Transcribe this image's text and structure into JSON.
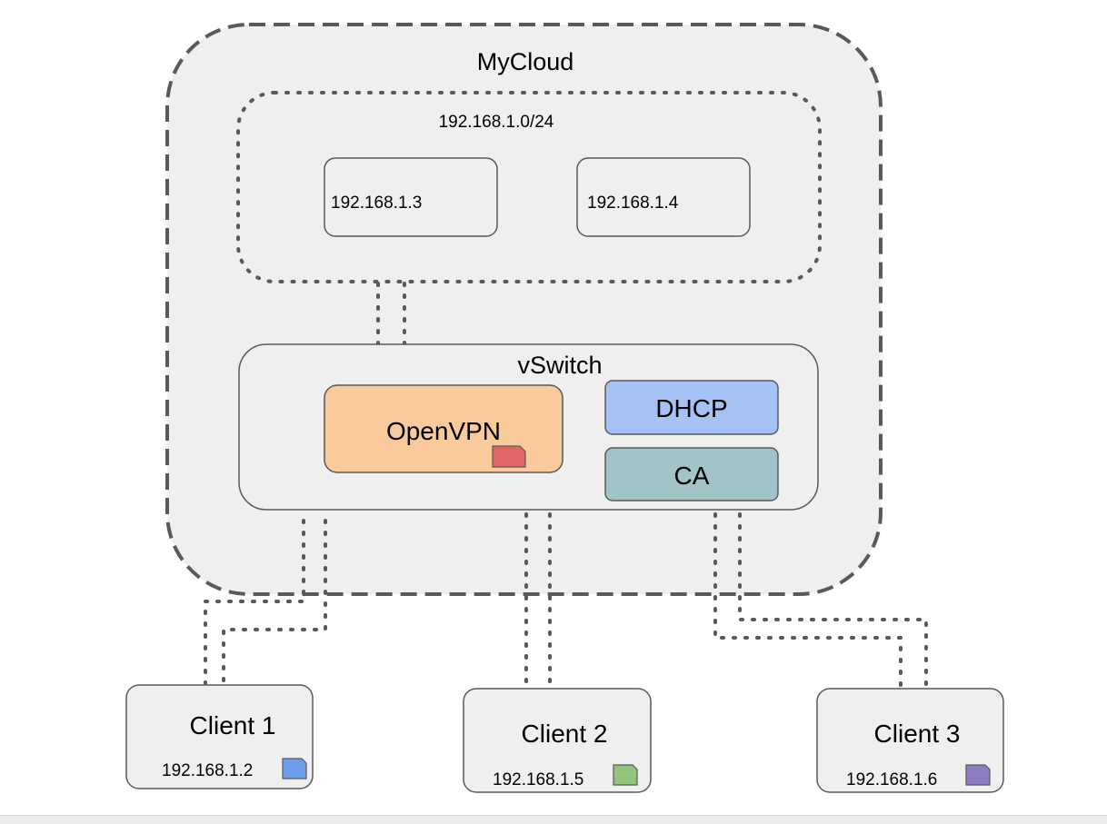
{
  "cloud": {
    "label": "MyCloud"
  },
  "subnet": {
    "label": "192.168.1.0/24",
    "hosts": [
      {
        "label": "192.168.1.3"
      },
      {
        "label": "192.168.1.4"
      }
    ]
  },
  "vswitch": {
    "label": "vSwitch",
    "openvpn": {
      "label": "OpenVPN"
    },
    "dhcp": {
      "label": "DHCP"
    },
    "ca": {
      "label": "CA"
    }
  },
  "clients": [
    {
      "name": "Client 1",
      "ip": "192.168.1.2",
      "cert_color": "#6d9eeb"
    },
    {
      "name": "Client 2",
      "ip": "192.168.1.5",
      "cert_color": "#93c47d"
    },
    {
      "name": "Client 3",
      "ip": "192.168.1.6",
      "cert_color": "#8e7cc3"
    }
  ],
  "colors": {
    "cloud_fill": "#efefef",
    "openvpn_fill": "#f9cb9c",
    "openvpn_cert": "#e06666",
    "dhcp_fill": "#a4c2f4",
    "ca_fill": "#a2c4c9"
  }
}
